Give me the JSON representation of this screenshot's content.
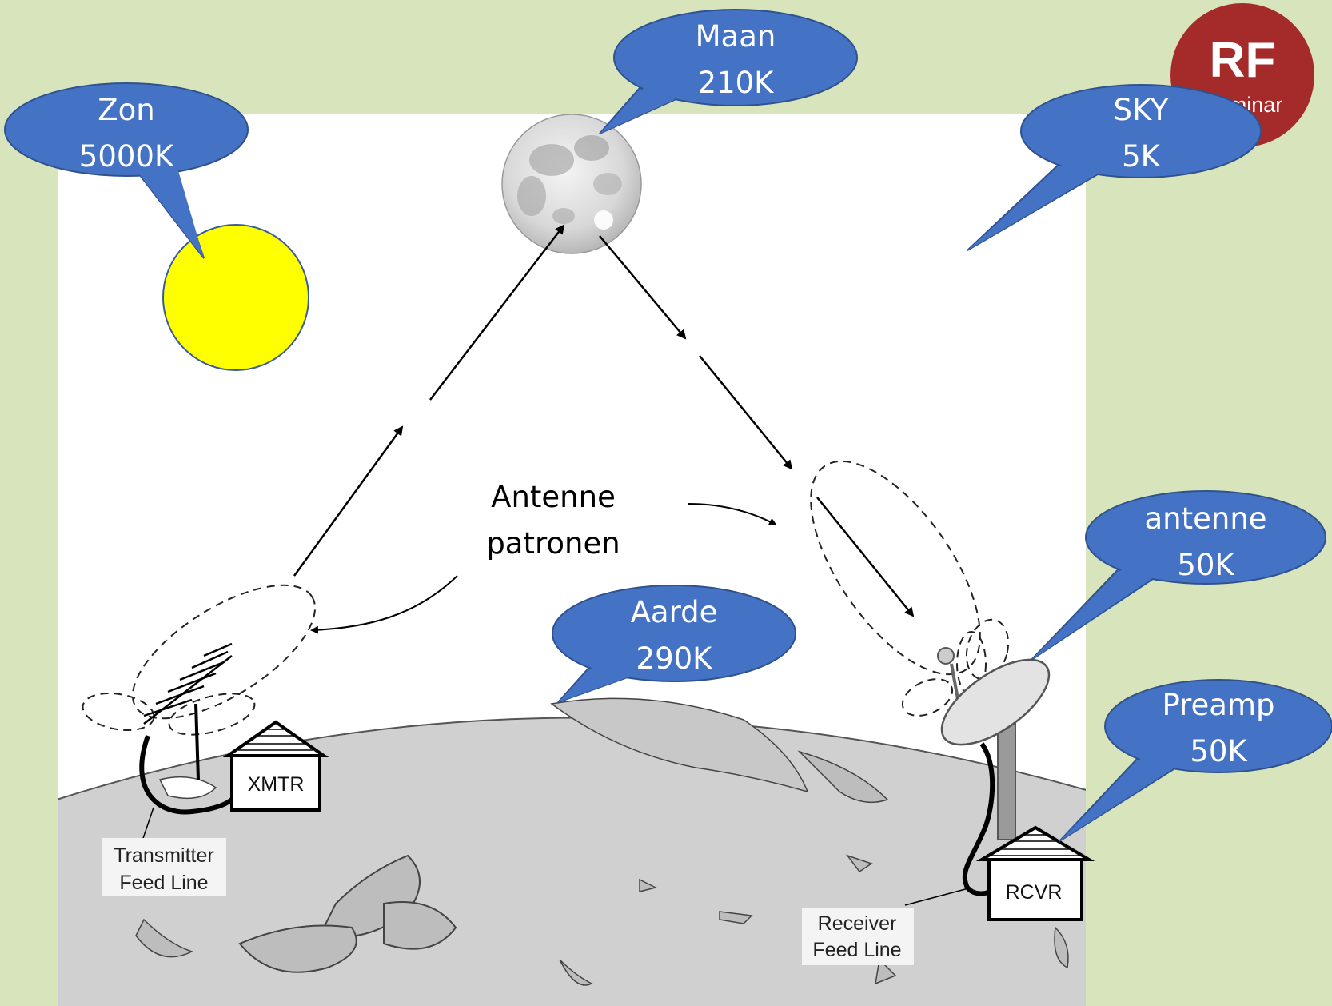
{
  "colors": {
    "background": "#d8e4bc",
    "panel": "#ffffff",
    "callout_fill": "#4472c4",
    "callout_stroke": "#2f528f",
    "sun": "#ffff00",
    "logo": "#a52a2a",
    "earth": "#d0d0d0"
  },
  "logo": {
    "main": "RF",
    "sub": "Seminar"
  },
  "callouts": {
    "sun": {
      "line1": "Zon",
      "line2": "5000K"
    },
    "moon": {
      "line1": "Maan",
      "line2": "210K"
    },
    "sky": {
      "line1": "SKY",
      "line2": "5K"
    },
    "antenna": {
      "line1": "antenne",
      "line2": "50K"
    },
    "earth": {
      "line1": "Aarde",
      "line2": "290K"
    },
    "preamp": {
      "line1": "Preamp",
      "line2": "50K"
    }
  },
  "patterns_label": {
    "line1": "Antenne",
    "line2": "patronen"
  },
  "stations": {
    "transmitter": {
      "box": "XMTR",
      "feed_line1": "Transmitter",
      "feed_line2": "Feed Line"
    },
    "receiver": {
      "box": "RCVR",
      "feed_line1": "Receiver",
      "feed_line2": "Feed Line"
    }
  },
  "icons": [
    "sun-icon",
    "moon-icon",
    "yagi-antenna-icon",
    "dish-antenna-icon",
    "house-icon",
    "earth-globe"
  ]
}
